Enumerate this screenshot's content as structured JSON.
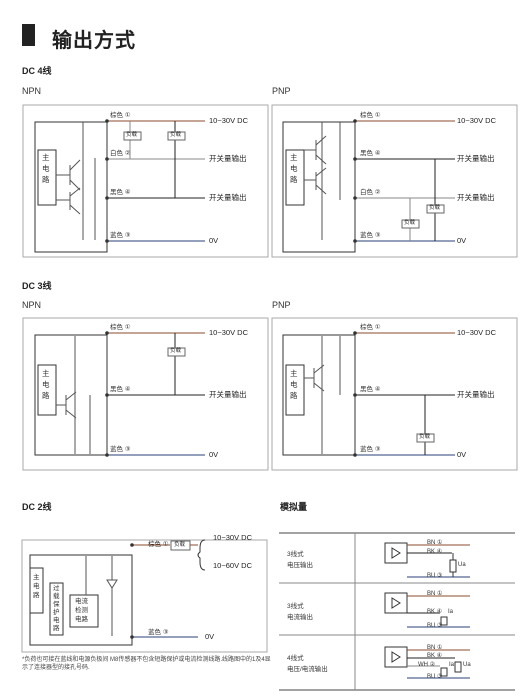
{
  "header": {
    "title": "输出方式"
  },
  "sections": {
    "dc4": {
      "title": "DC 4线",
      "npn": {
        "type": "NPN",
        "main": [
          "主",
          "电",
          "路"
        ],
        "wires": [
          "棕色 ①",
          "白色 ②",
          "黑色 ④",
          "蓝色 ③"
        ],
        "loads": [
          "负载",
          "负载"
        ],
        "signals": [
          "10~30V DC",
          "开关量输出",
          "开关量输出",
          "0V"
        ]
      },
      "pnp": {
        "type": "PNP",
        "main": [
          "主",
          "电",
          "路"
        ],
        "wires": [
          "棕色 ①",
          "黑色 ④",
          "白色 ②",
          "蓝色 ③"
        ],
        "loads": [
          "负载",
          "负载"
        ],
        "signals": [
          "10~30V DC",
          "开关量输出",
          "开关量输出",
          "0V"
        ]
      }
    },
    "dc3": {
      "title": "DC 3线",
      "npn": {
        "type": "NPN",
        "main": [
          "主",
          "电",
          "路"
        ],
        "wires": [
          "棕色 ①",
          "黑色 ④",
          "蓝色 ③"
        ],
        "load": "负载",
        "signals": [
          "10~30V DC",
          "开关量输出",
          "0V"
        ]
      },
      "pnp": {
        "type": "PNP",
        "main": [
          "主",
          "电",
          "路"
        ],
        "wires": [
          "棕色 ①",
          "黑色 ④",
          "蓝色 ③"
        ],
        "load": "负载",
        "signals": [
          "10~30V DC",
          "开关量输出",
          "0V"
        ]
      }
    },
    "dc2": {
      "title": "DC 2线",
      "main": [
        "主",
        "电",
        "路"
      ],
      "protect": [
        "过",
        "载",
        "保",
        "护",
        "电",
        "路"
      ],
      "detect": [
        "电流",
        "检测",
        "电路"
      ],
      "wires": [
        "棕色 ①",
        "蓝色 ③"
      ],
      "load": "负载",
      "signals": [
        "10~30V DC",
        "10~60V DC",
        "0V"
      ],
      "note": "*负荷也可接在蓝线和电源负极间 M8传感器不包含短路保护或电流检测线路.线路图中的1及4显示了连接器型的接孔号码."
    },
    "analog": {
      "title": "模拟量",
      "rows": [
        {
          "name": [
            "3线式",
            "电压输出"
          ],
          "pins": [
            "BN ①",
            "BK ④",
            "BU ③"
          ],
          "out": "Ua"
        },
        {
          "name": [
            "3线式",
            "电流输出"
          ],
          "pins": [
            "BN ①",
            "BK ④",
            "BU ③"
          ],
          "out": "Ia"
        },
        {
          "name": [
            "4线式",
            "电压/电流输出"
          ],
          "pins": [
            "BN ①",
            "BK ④",
            "WH ②",
            "BU ③"
          ],
          "out": [
            "Ia",
            "Ua"
          ]
        }
      ]
    }
  },
  "colors": {
    "brown": "#8a4b2c",
    "blue": "#2a3f7a",
    "black": "#222222",
    "grey": "#888888",
    "accent": "#1a1a1a"
  }
}
